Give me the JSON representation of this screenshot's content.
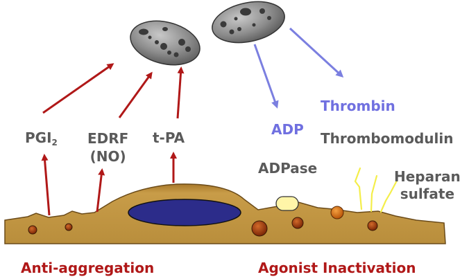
{
  "labels": {
    "pgi": "PGI",
    "pgi_sub": "2",
    "edrf_line1": "EDRF",
    "edrf_line2": "(NO)",
    "tpa": "t-PA",
    "adp": "ADP",
    "thrombin": "Thrombin",
    "thrombomodulin": "Thrombomodulin",
    "adpase": "ADPase",
    "heparan_line1": "Heparan",
    "heparan_line2": "sulfate",
    "anti_aggregation": "Anti-aggregation",
    "agonist_inactivation": "Agonist Inactivation"
  },
  "colors": {
    "red_arrow": "#b01818",
    "blue_arrow": "#7b7fe0",
    "yellow_fiber": "#f4ee4a",
    "label_gray": "#5a5a5a",
    "label_blue": "#7070e0",
    "label_red": "#b01818",
    "tissue": "#c49a45",
    "nucleus": "#2c2c8a",
    "vesicle": "#fff5a8",
    "granule_dark": "#a03a10",
    "granule_orange": "#d46a14",
    "platelet": "#8a8a8a"
  }
}
